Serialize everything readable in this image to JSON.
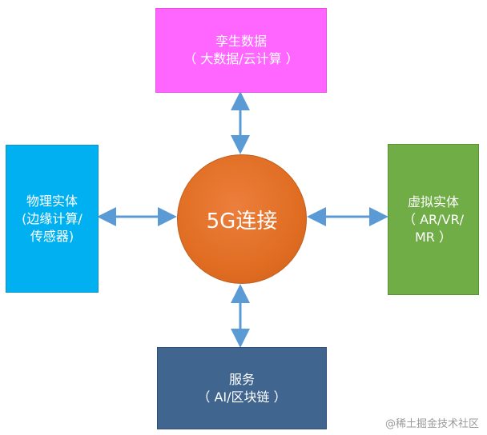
{
  "diagram": {
    "hub": {
      "label": "5G连接"
    },
    "top": {
      "line1": "孪生数据",
      "line2": "（ 大数据/云计算 ）"
    },
    "left": {
      "line1": "物理实体",
      "line2": "(边缘计算/",
      "line3": "传感器)"
    },
    "right": {
      "line1": "虚拟实体",
      "line2": "（ AR/VR/",
      "line3": "MR ）"
    },
    "bottom": {
      "line1": "服务",
      "line2": "（ AI/区块链 ）"
    }
  },
  "watermark": "@稀土掘金技术社区",
  "colors": {
    "top_box": "#ff66ff",
    "left_box": "#00b0f0",
    "right_box": "#70ad47",
    "bottom_box": "#40658f",
    "hub": "#e06d22",
    "arrow": "#5b9bd5"
  }
}
